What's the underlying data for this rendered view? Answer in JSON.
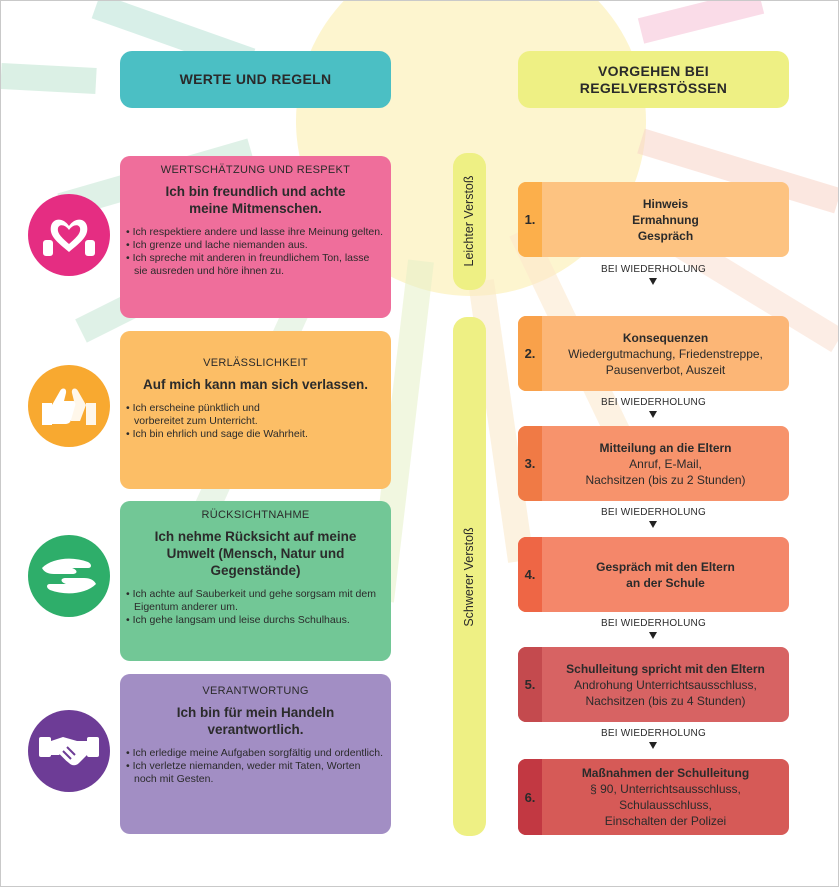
{
  "left_header": "WERTE UND REGELN",
  "right_header": "VORGEHEN BEI REGELVERSTÖSSEN",
  "values": [
    {
      "title": "WERTSCHÄTZUNG UND RESPEKT",
      "headline": "Ich bin freundlich und achte meine Mitmenschen.",
      "bullets": [
        "Ich respektiere andere und lasse ihre Meinung gelten.",
        "Ich grenze und lache niemanden aus.",
        "Ich spreche mit anderen in freundlichem Ton, lasse sie ausreden und höre ihnen zu."
      ],
      "color": "#ef6e9b",
      "icon_color": "#e52d82",
      "icon": "heart-hands-icon"
    },
    {
      "title": "VERLÄSSLICHKEIT",
      "headline": "Auf mich kann man sich verlassen.",
      "bullets": [
        "Ich erscheine pünktlich und vorbereitet zum Unterricht.",
        "Ich bin ehrlich und sage die Wahrheit."
      ],
      "color": "#fcbe66",
      "icon_color": "#f8a930",
      "icon": "thumbs-up-icon"
    },
    {
      "title": "RÜCKSICHTNAHME",
      "headline": "Ich nehme Rücksicht auf meine Umwelt (Mensch, Natur und Gegenstände)",
      "bullets": [
        "Ich achte auf Sauberkeit und gehe sorgsam mit dem Eigentum anderer um.",
        "Ich gehe langsam und leise durchs Schulhaus."
      ],
      "color": "#72c796",
      "icon_color": "#2eae6a",
      "icon": "caring-hands-icon"
    },
    {
      "title": "VERANTWORTUNG",
      "headline": "Ich bin für mein Handeln verantwortlich.",
      "bullets": [
        "Ich erledige meine Aufgaben sorgfältig und ordentlich.",
        "Ich verletze niemanden, weder mit Taten, Worten noch mit Gesten."
      ],
      "color": "#a28ec4",
      "icon_color": "#6d3c96",
      "icon": "handshake-icon"
    }
  ],
  "severity": {
    "light": "Leichter Verstoß",
    "severe": "Schwerer Verstoß"
  },
  "repeat_label": "BEI WIEDERHOLUNG",
  "steps": [
    {
      "num": "1.",
      "title": "Hinweis",
      "lines": [
        "Ermahnung",
        "Gespräch"
      ],
      "title_bold": true,
      "color": "#fdc381",
      "num_color": "#fcaf4b"
    },
    {
      "num": "2.",
      "title": "Konsequenzen",
      "lines": [
        "Wiedergutmachung, Friedenstreppe,",
        "Pausenverbot, Auszeit"
      ],
      "title_bold": true,
      "color": "#fcb676",
      "num_color": "#f9a14a"
    },
    {
      "num": "3.",
      "title": "Mitteilung an die Eltern",
      "lines": [
        "Anruf, E-Mail,",
        "Nachsitzen (bis zu 2 Stunden)"
      ],
      "title_bold": true,
      "color": "#f7936c",
      "num_color": "#f07a45"
    },
    {
      "num": "4.",
      "title": "Gespräch mit den Eltern",
      "lines": [
        "an der Schule"
      ],
      "title_bold": true,
      "color": "#f4876a",
      "num_color": "#ee6645"
    },
    {
      "num": "5.",
      "title": "Schulleitung spricht mit den Eltern",
      "lines": [
        "Androhung Unterrichtsausschluss,",
        "Nachsitzen (bis zu 4 Stunden)"
      ],
      "title_bold": true,
      "color": "#d76363",
      "num_color": "#c44a4e"
    },
    {
      "num": "6.",
      "title": "Maßnahmen der Schulleitung",
      "lines": [
        "§ 90, Unterrichtsausschluss,",
        "Schulausschluss,",
        "Einschalten der Polizei"
      ],
      "title_bold": true,
      "color": "#d65a57",
      "num_color": "#c23842"
    }
  ]
}
